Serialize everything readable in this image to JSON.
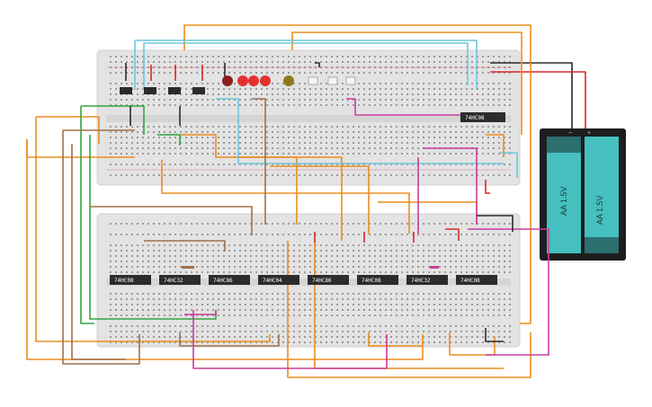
{
  "colors": {
    "orange": "#ec8d1e",
    "brown": "#a0714a",
    "green": "#33a540",
    "cyan": "#6cc7dd",
    "magenta": "#cc3b9c",
    "red": "#d9262a",
    "black": "#2b2b2b",
    "board": "#e3e3e3",
    "chip": "#2c2c2c",
    "battery_cell": "#45bfbf",
    "battery_case": "#1e1e1e"
  },
  "top_board": {
    "chip_label": "74HC08"
  },
  "bottom_board": {
    "chips": [
      "74HC08",
      "74HC32",
      "74HC86",
      "74HC04",
      "74HC86",
      "74HC08",
      "74HC32",
      "74HC08"
    ]
  },
  "battery": {
    "cells": [
      "AA 1.5V",
      "AA 1.5V"
    ],
    "minus": "−",
    "plus": "+"
  }
}
